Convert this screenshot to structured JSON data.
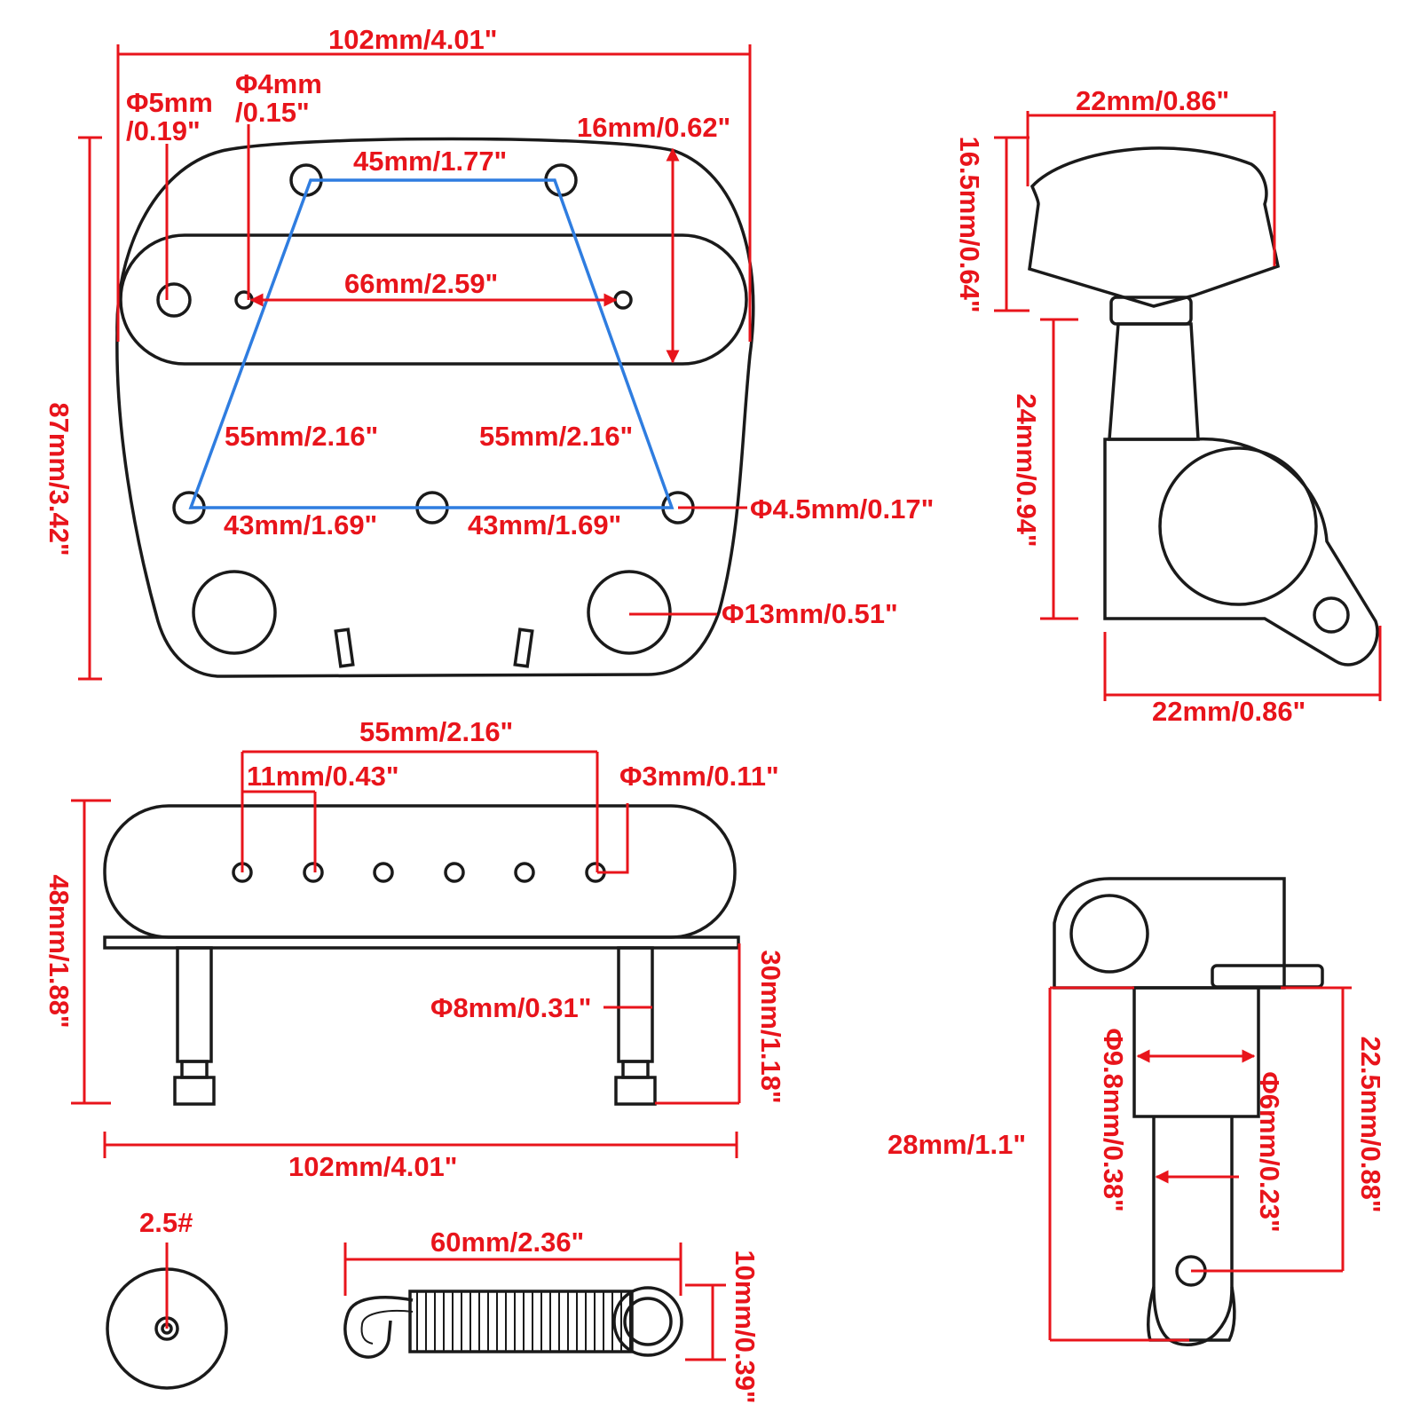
{
  "bridge_top": {
    "overall_width": "102mm/4.01\"",
    "overall_height": "87mm/3.42\"",
    "hole_5mm_a": "Φ5mm",
    "hole_5mm_b": "/0.19\"",
    "hole_4mm_a": "Φ4mm",
    "hole_4mm_b": "/0.15\"",
    "pickup_height": "16mm/0.62\"",
    "top_spacing": "45mm/1.77\"",
    "pickup_screw_spacing": "66mm/2.59\"",
    "left_diagonal": "55mm/2.16\"",
    "right_diagonal": "55mm/2.16\"",
    "bottom_left_spacing": "43mm/1.69\"",
    "bottom_right_spacing": "43mm/1.69\"",
    "mount_hole": "Φ4.5mm/0.17\"",
    "ferrule_hole": "Φ13mm/0.51\""
  },
  "tuner_side": {
    "button_width": "22mm/0.86\"",
    "button_height": "16.5mm/0.64\"",
    "body_height": "24mm/0.94\"",
    "base_width": "22mm/0.86\""
  },
  "pickup_side": {
    "pole_span": "55mm/2.16\"",
    "pole_spacing": "11mm/0.43\"",
    "pole_diameter": "Φ3mm/0.11\"",
    "height": "48mm/1.88\"",
    "leg_diameter": "Φ8mm/0.31\"",
    "leg_length": "30mm/1.18\"",
    "width": "102mm/4.01\""
  },
  "tuner_post": {
    "overall_height": "28mm/1.1\"",
    "bushing_diameter": "Φ9.8mm/0.38\"",
    "post_diameter": "Φ6mm/0.23\"",
    "post_length": "22.5mm/0.88\""
  },
  "small_parts": {
    "screw_size": "2.5#",
    "spring_length": "60mm/2.36\"",
    "spring_diameter": "10mm/0.39\""
  }
}
